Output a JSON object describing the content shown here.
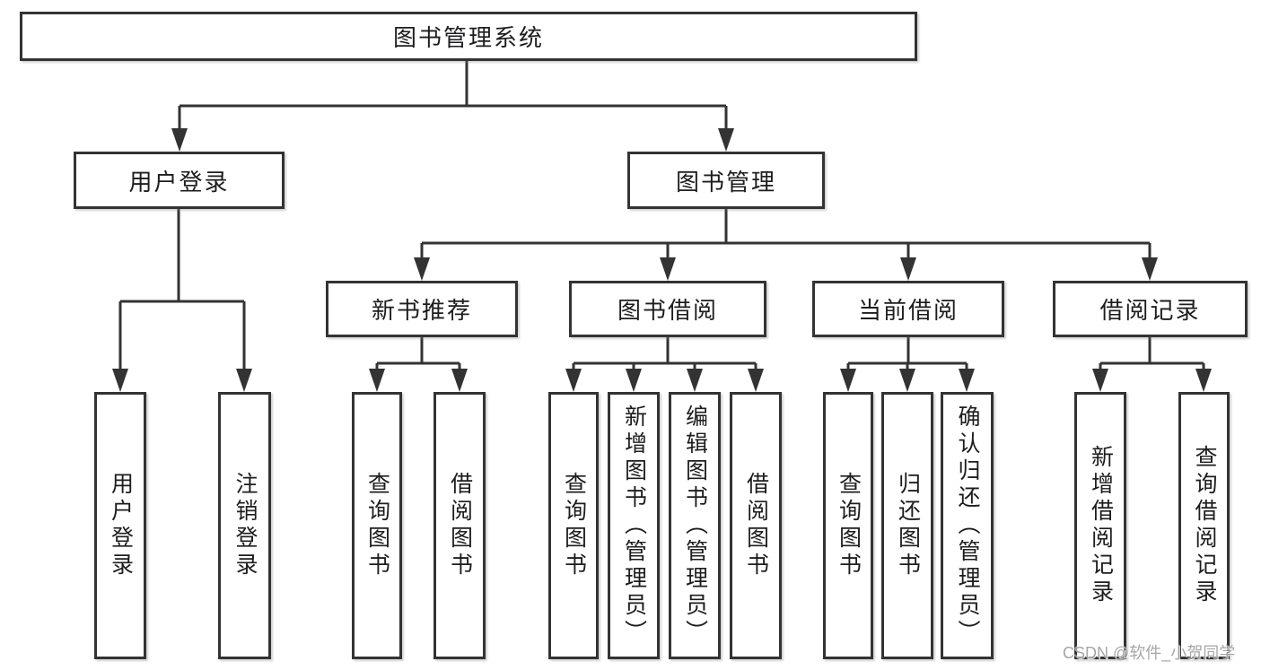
{
  "colors": {
    "line": "#333333",
    "box_border": "#333333",
    "text": "#1d1d1f",
    "background": "#ffffff",
    "watermark": "#9e9e9e"
  },
  "diagram": {
    "root": {
      "label": "图书管理系统"
    },
    "level2": {
      "user_login": {
        "label": "用户登录"
      },
      "book_management": {
        "label": "图书管理"
      }
    },
    "level3": {
      "new_book_recommend": {
        "label": "新书推荐"
      },
      "book_borrowing": {
        "label": "图书借阅"
      },
      "current_borrowing": {
        "label": "当前借阅"
      },
      "borrowing_records": {
        "label": "借阅记录"
      }
    },
    "leaves": {
      "user_login": {
        "label": "用户登录"
      },
      "logout": {
        "label": "注销登录"
      },
      "query_books_recommend": {
        "label": "查询图书"
      },
      "borrow_books_recommend": {
        "label": "借阅图书"
      },
      "query_books_borrowing": {
        "label": "查询图书"
      },
      "add_book_admin": {
        "label": "新增图书（管理员）"
      },
      "edit_book_admin": {
        "label": "编辑图书（管理员）"
      },
      "borrow_books_borrowing": {
        "label": "借阅图书"
      },
      "query_books_current": {
        "label": "查询图书"
      },
      "return_books": {
        "label": "归还图书"
      },
      "confirm_return_admin": {
        "label": "确认归还（管理员）"
      },
      "add_borrow_record": {
        "label": "新增借阅记录"
      },
      "query_borrow_record": {
        "label": "查询借阅记录"
      }
    }
  },
  "watermark": {
    "text": "CSDN @软件_小贺同学"
  }
}
